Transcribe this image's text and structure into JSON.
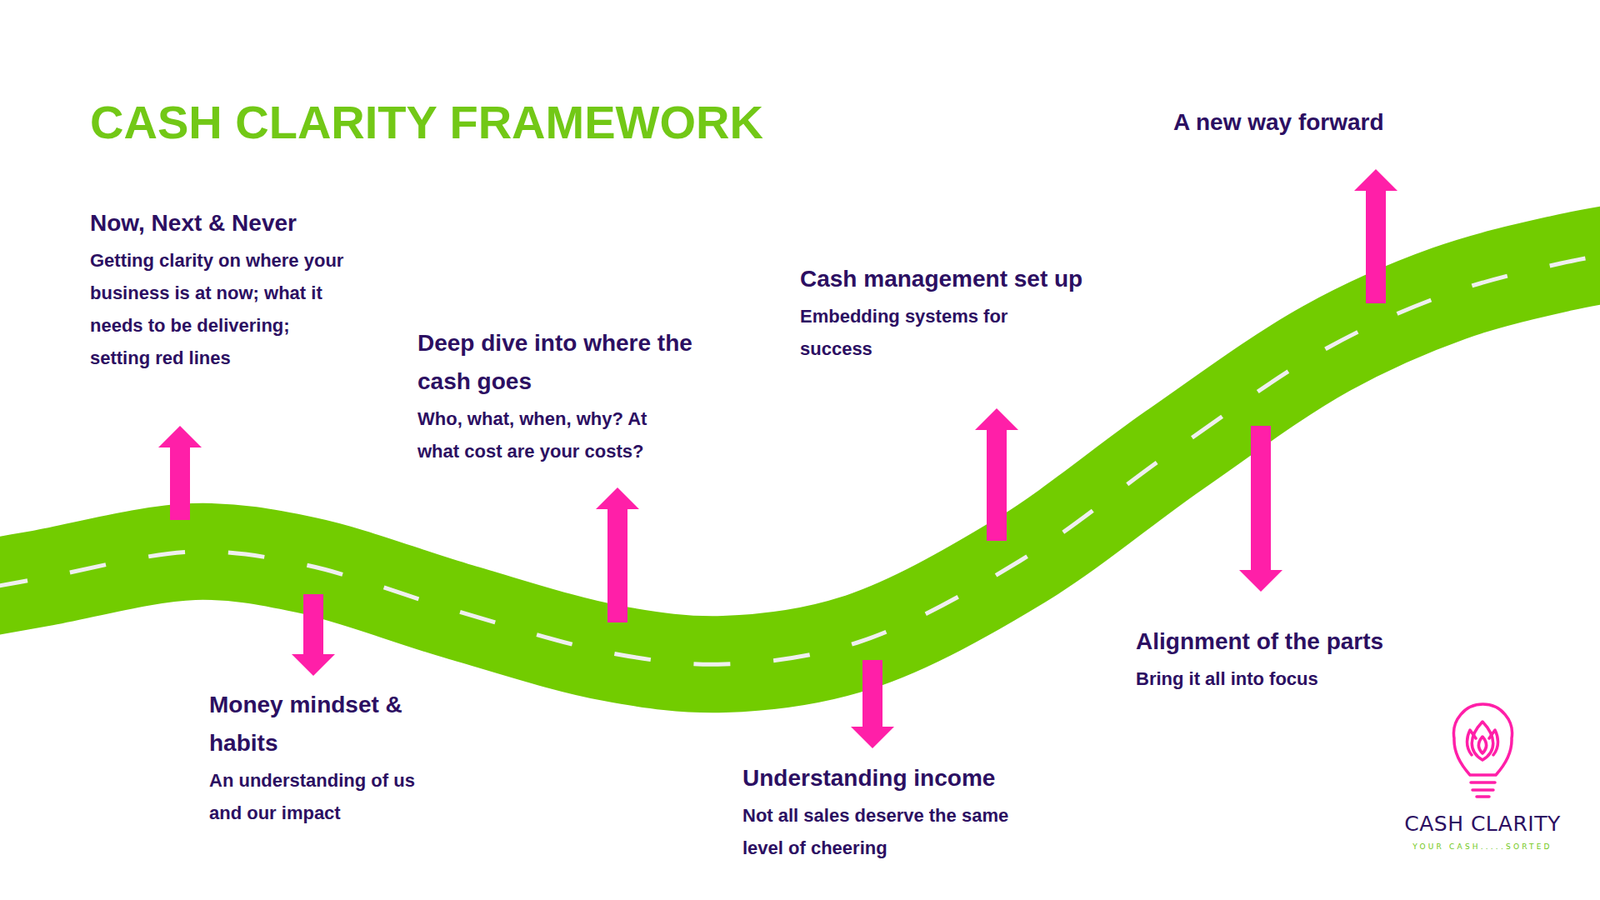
{
  "diagram": {
    "title": "CASH CLARITY FRAMEWORK",
    "nodes": [
      {
        "text": [
          "Now, Next & Never",
          "Getting clarity on where your business is at now; what it needs to be delivering; setting red lines"
        ]
      },
      {
        "text": [
          "Money mindset & habits",
          "An understanding of us and our impact"
        ]
      },
      {
        "text": [
          "Deep dive into where the cash goes",
          "Who, what, when, why? At what cost are your costs?"
        ]
      },
      {
        "text": [
          "Understanding income",
          "Not all sales deserve the same level of cheering"
        ]
      },
      {
        "text": [
          "Cash management set up",
          "Embedding systems for success"
        ]
      },
      {
        "text": [
          "Alignment of the parts",
          "Bring it all into focus"
        ]
      },
      {
        "text": [
          "A new way forward"
        ]
      }
    ],
    "labels": [
      "CASH CLARITY",
      "YOUR CASH.....SORTED"
    ]
  }
}
